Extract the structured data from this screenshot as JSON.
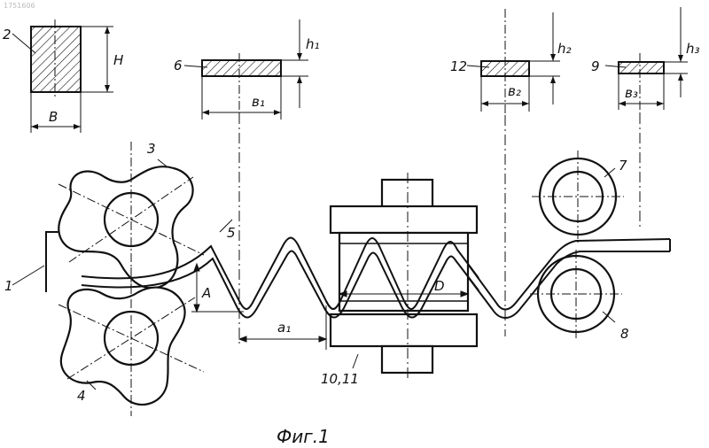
{
  "document_id": "1751606",
  "caption": "Фиг.1",
  "section_labels": {
    "sec2": "2",
    "H": "H",
    "B": "B",
    "sec6": "6",
    "h1": "h₁",
    "b1": "в₁",
    "sec12": "12",
    "h2": "h₂",
    "b2": "в₂",
    "sec9": "9",
    "h3": "h₃",
    "b3": "в₃"
  },
  "part_labels": {
    "p1": "1",
    "p3": "3",
    "p4": "4",
    "p5": "5",
    "p7": "7",
    "p8": "8",
    "p1011": "10,11"
  },
  "dimension_labels": {
    "A": "A",
    "a1": "a₁",
    "D": "D"
  }
}
